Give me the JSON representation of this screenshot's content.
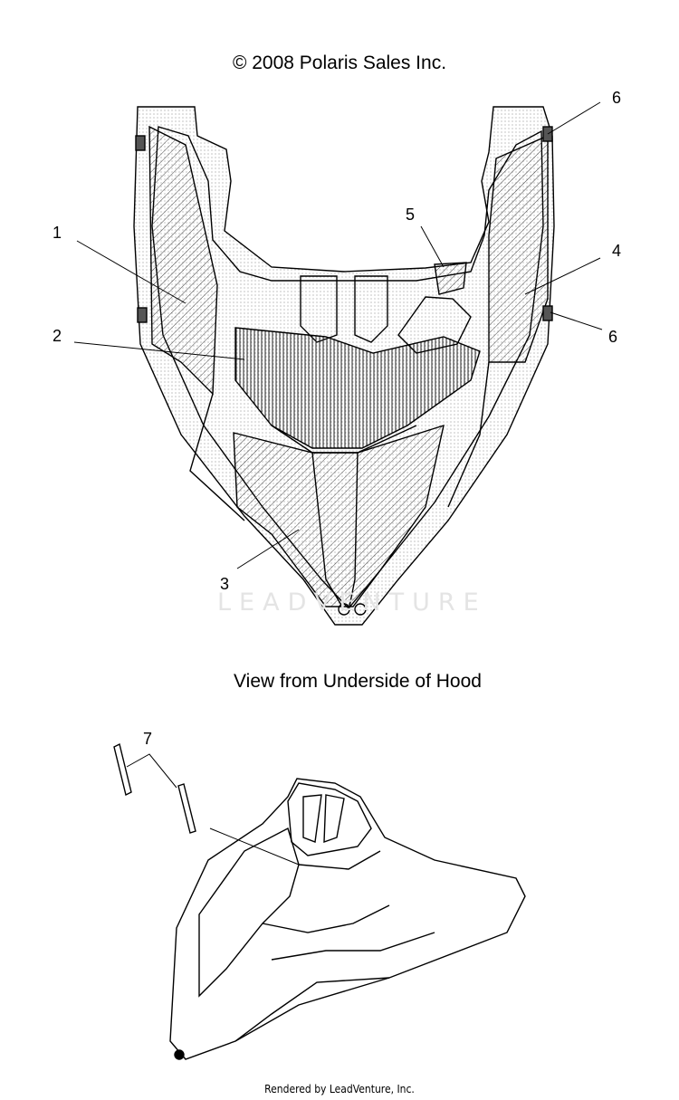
{
  "header": {
    "copyright": "© 2008 Polaris Sales Inc."
  },
  "callouts": [
    "1",
    "2",
    "3",
    "4",
    "5",
    "6",
    "6",
    "7"
  ],
  "caption": "View from Underside of Hood",
  "watermark": "LEADVENTURE",
  "footer": "Rendered by LeadVenture, Inc."
}
